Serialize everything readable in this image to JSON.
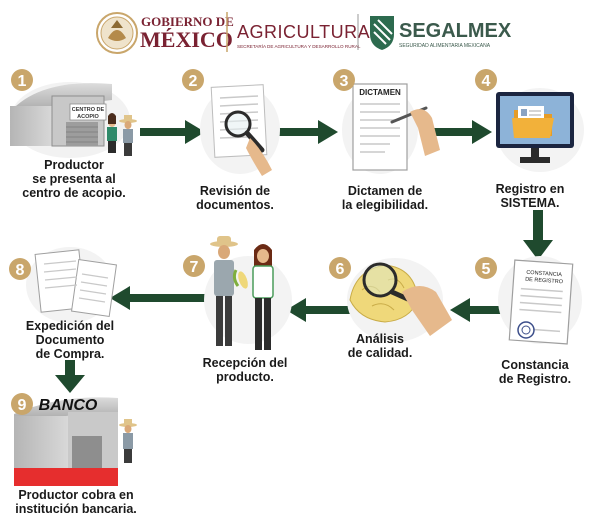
{
  "header": {
    "gobierno_line1": "GOBIERNO DE",
    "gobierno_line2": "MÉXICO",
    "agricultura": "AGRICULTURA",
    "agricultura_sub": "SECRETARÍA DE AGRICULTURA Y DESARROLLO RURAL",
    "segalmex": "SEGALMEX",
    "segalmex_sub": "SEGURIDAD ALIMENTARIA MEXICANA"
  },
  "colors": {
    "number_circle": "#c9a66b",
    "arrow": "#1f4a2e",
    "brand_maroon": "#7a2232",
    "segalmex_green": "#2d6b4f",
    "folder": "#f2b13a",
    "bank_red": "#e62e2e"
  },
  "steps": [
    {
      "num": "1",
      "lines": [
        "Productor",
        "se presenta al",
        "centro de acopio."
      ],
      "sign": [
        "CENTRO DE",
        "ACOPIO"
      ]
    },
    {
      "num": "2",
      "lines": [
        "Revisión de",
        "documentos."
      ]
    },
    {
      "num": "3",
      "lines": [
        "Dictamen de",
        "la elegibilidad."
      ],
      "doc_title": "DICTAMEN"
    },
    {
      "num": "4",
      "lines": [
        "Registro en",
        "SISTEMA."
      ]
    },
    {
      "num": "5",
      "lines": [
        "Constancia",
        "de Registro."
      ],
      "doc_title": [
        "CONSTANCIA",
        "DE REGISTRO"
      ]
    },
    {
      "num": "6",
      "lines": [
        "Análisis",
        "de calidad."
      ]
    },
    {
      "num": "7",
      "lines": [
        "Recepción del",
        "producto."
      ]
    },
    {
      "num": "8",
      "lines": [
        "Expedición del",
        "Documento",
        "de Compra."
      ]
    },
    {
      "num": "9",
      "lines": [
        "Productor cobra en",
        "institución bancaria."
      ],
      "bank_sign": "BANCO"
    }
  ]
}
